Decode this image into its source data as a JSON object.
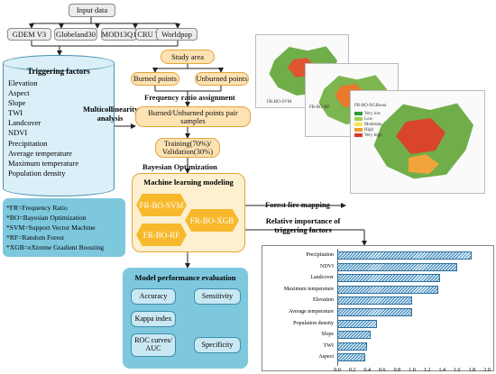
{
  "input_data": "Input data",
  "sources": [
    "GDEM V3",
    "Globeland30",
    "MOD13Q1",
    "CRU TS",
    "Worldpop"
  ],
  "triggering_factors": {
    "title": "Triggering factors",
    "items": [
      "Elevation",
      "Aspect",
      "Slope",
      "TWI",
      "Landcover",
      "NDVI",
      "Precipitation",
      "Average temperature",
      "Maximum temperature",
      "Population density"
    ]
  },
  "multicollinearity": "Multicollinearity analysis",
  "study_area": "Study area",
  "burned_points": "Burned points",
  "unburned_points": "Unburned points",
  "frequency_ratio_assignment": "Frequency ratio assignment",
  "pair_samples": "Burned/Unburned points pair samples",
  "training_validation": "Training(70%)/ Validation(30%)",
  "bayesian_optimization": "Bayesian Optimization",
  "ml_modeling": {
    "title": "Machine learning modeling",
    "models": [
      "FR-BO-SVM",
      "FR-BO-XGB",
      "FR-BO-RF"
    ]
  },
  "abbreviations": [
    "*FR=Frequency Ratio",
    "*BO=Bayesian Optimization",
    "*SVM=Support Vector Machine",
    "*RF=Random Forest",
    "*XGB=eXtreme Gradient Boosting"
  ],
  "evaluation": {
    "title": "Model performance evaluation",
    "items": [
      "Accuracy",
      "Sensitivity",
      "Kappa index",
      "ROC curves/ AUC",
      "Specificity"
    ]
  },
  "forest_fire_mapping": "Forest fire mapping",
  "relative_importance": "Relative importance of triggering factors",
  "maps": {
    "labels": [
      "FR-BO-SVM",
      "FR-BO-RF",
      "FR-BO-XGBoost"
    ],
    "legend": [
      "Very low",
      "Low",
      "Moderate",
      "High",
      "Very high"
    ],
    "legend_colors": [
      "#2e9e3a",
      "#9ccf52",
      "#f5e84c",
      "#f39a33",
      "#d43a2a"
    ]
  },
  "chart_data": {
    "type": "bar",
    "orientation": "horizontal",
    "categories": [
      "Precipitation",
      "NDVI",
      "Landcover",
      "Maximum temperature",
      "Elevation",
      "Average temperature",
      "Population density",
      "Slope",
      "TWI",
      "Aspect"
    ],
    "values": [
      1.8,
      1.6,
      1.37,
      1.35,
      1.0,
      1.0,
      0.53,
      0.45,
      0.4,
      0.37
    ],
    "xlim": [
      0,
      2.0
    ],
    "xticks": [
      "0.0",
      "0.2",
      "0.4",
      "0.6",
      "0.8",
      "1.0",
      "1.2",
      "1.4",
      "1.6",
      "1.8",
      "2.0"
    ],
    "xlabel": "",
    "ylabel": ""
  }
}
